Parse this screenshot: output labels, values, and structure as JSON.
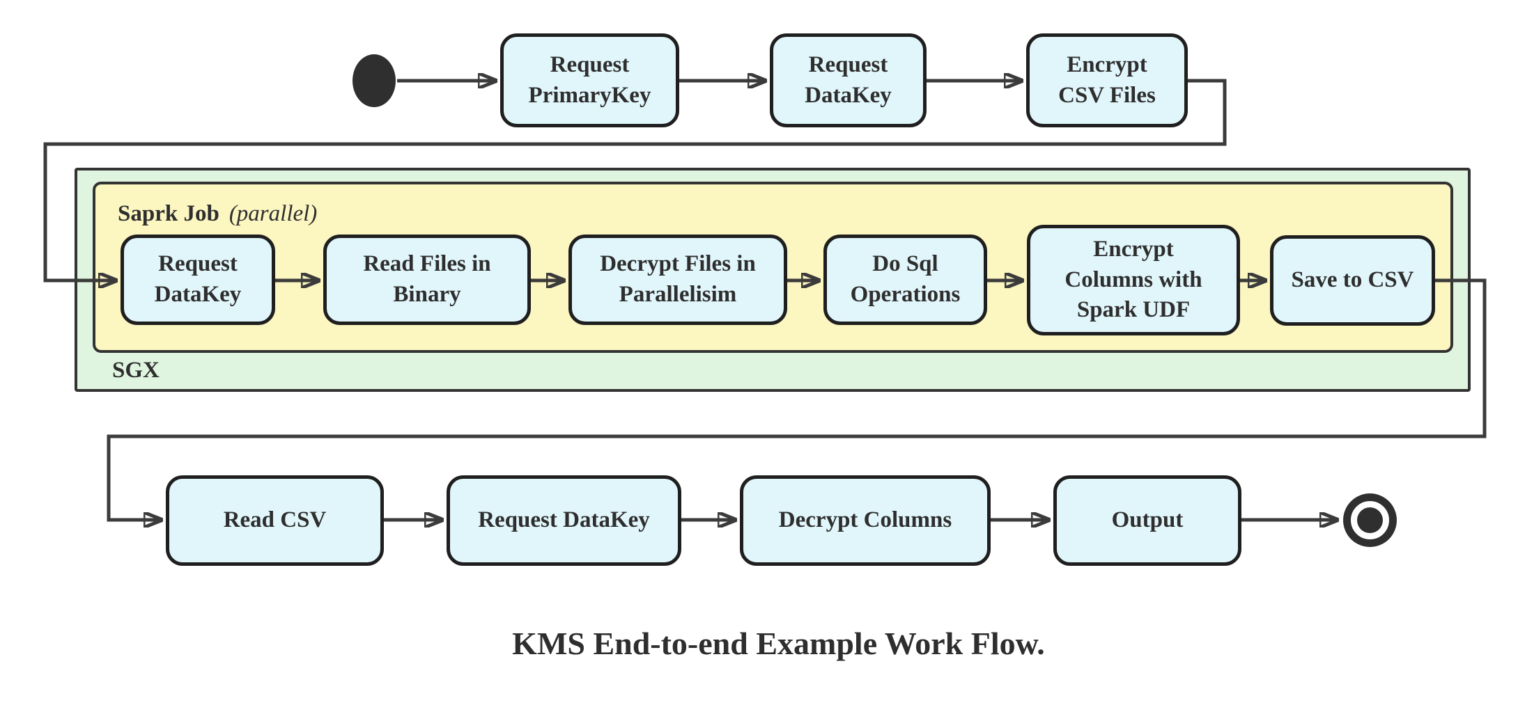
{
  "caption": "KMS End-to-end Example Work Flow.",
  "groups": {
    "sgx_label": "SGX",
    "spark_job_label": "Saprk Job",
    "spark_job_qualifier": "(parallel)"
  },
  "nodes": {
    "request_primarykey": "Request\nPrimaryKey",
    "request_datakey_top": "Request\nDataKey",
    "encrypt_csv_files": "Encrypt\nCSV Files",
    "request_datakey_sgx": "Request\nDataKey",
    "read_files_in_binary": "Read Files in\nBinary",
    "decrypt_files_in_parallelisim": "Decrypt Files in\nParallelisim",
    "do_sql_operations": "Do Sql\nOperations",
    "encrypt_columns_with_spark_udf": "Encrypt\nColumns with\nSpark UDF",
    "save_to_csv": "Save to CSV",
    "read_csv": "Read CSV",
    "request_datakey_client": "Request DataKey",
    "decrypt_columns": "Decrypt Columns",
    "output": "Output"
  },
  "icons": {
    "start": "filled-circle",
    "end": "bullseye-circle",
    "arrow": "solid-triangle-arrowhead"
  },
  "colors": {
    "node_fill": "#e1f6fb",
    "node_border": "#1f1f1f",
    "spark_group_fill": "#fcf6c1",
    "sgx_group_fill": "#e0f5e0",
    "group_border": "#333333",
    "connector": "#3b3b3b",
    "text": "#2e2e2e"
  }
}
